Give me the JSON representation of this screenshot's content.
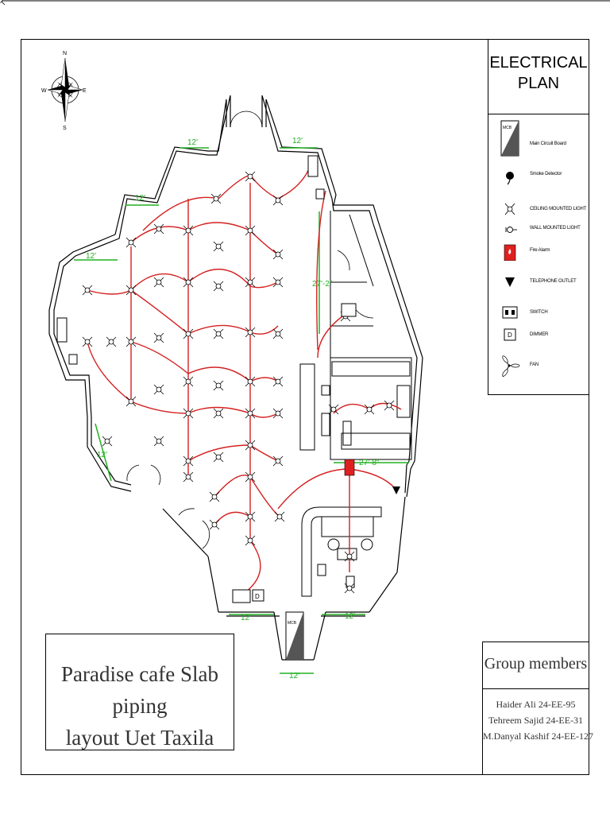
{
  "legend": {
    "title_line1": "ELECTRICAL",
    "title_line2": "PLAN",
    "items": [
      {
        "label": "Main Circuit Board",
        "icon": "main-circuit-board-icon"
      },
      {
        "label": "Smoke Detector",
        "icon": "smoke-detector-icon"
      },
      {
        "label": "CEILING MOUNTED LIGHT",
        "icon": "ceiling-light-icon"
      },
      {
        "label": "WALL MOUNTED LIGHT",
        "icon": "wall-light-icon"
      },
      {
        "label": "Fire Alarm",
        "icon": "fire-alarm-icon"
      },
      {
        "label": "TELEPHONE OUTLET",
        "icon": "telephone-outlet-icon"
      },
      {
        "label": "SWITCH",
        "icon": "switch-icon"
      },
      {
        "label": "DIMMER",
        "icon": "dimmer-icon"
      },
      {
        "label": "FAN",
        "icon": "fan-icon"
      }
    ],
    "mcb_text": "MCB",
    "dimmer_text": "D"
  },
  "compass": {
    "n": "N",
    "s": "S",
    "e": "E",
    "w": "W"
  },
  "dimensions": {
    "d1": "12'",
    "d2": "12'",
    "d3": "12'",
    "d4": "12'",
    "d5": "12'",
    "d6": "27'-2\"",
    "d7": "27'-8\"",
    "d8": "12'",
    "d9": "12'",
    "d10": "12'"
  },
  "plan_labels": {
    "mcb": "MCB",
    "dimmer": "D"
  },
  "title_block": {
    "line1": "Paradise cafe Slab piping",
    "line2": "layout Uet Taxila"
  },
  "group": {
    "heading": "Group members",
    "members": [
      "Haider Ali 24-EE-95",
      "Tehreem Sajid 24-EE-31",
      "M.Danyal Kashif 24-EE-127"
    ]
  },
  "colors": {
    "wiring": "#d42020",
    "dimension": "#22b022",
    "outline": "#000000",
    "fire_alarm": "#e02020"
  }
}
